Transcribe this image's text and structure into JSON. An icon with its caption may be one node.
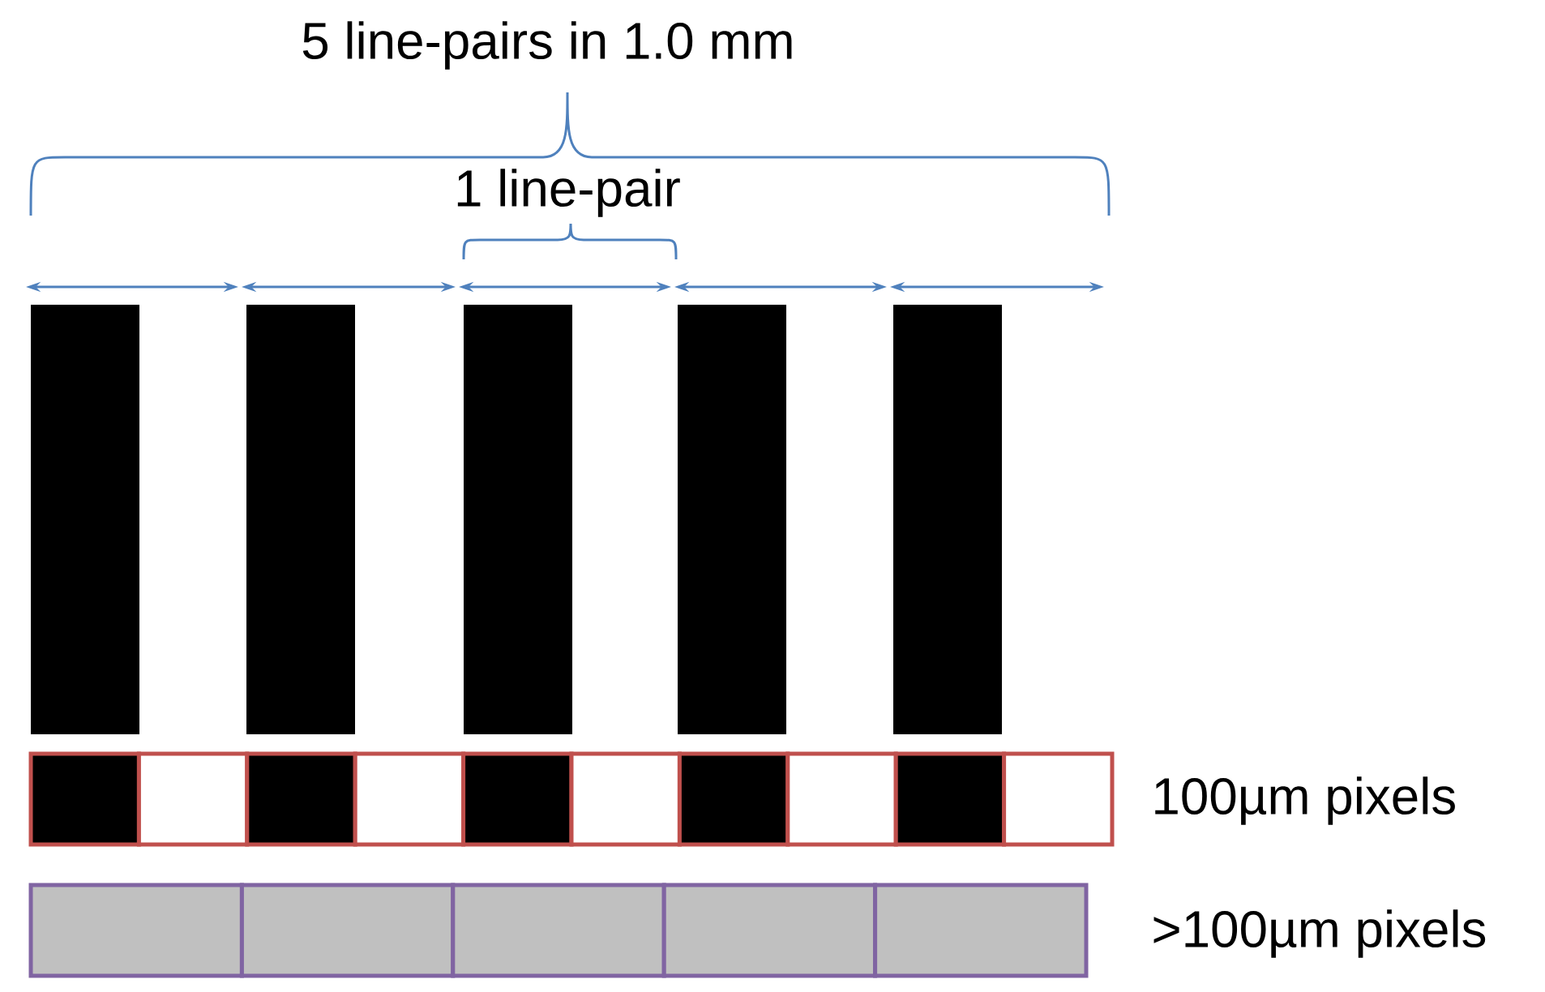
{
  "diagram": {
    "labels": [
      "5 line-pairs in 1.0 mm",
      "1 line-pair",
      "100µm pixels",
      ">100µm pixels"
    ]
  }
}
